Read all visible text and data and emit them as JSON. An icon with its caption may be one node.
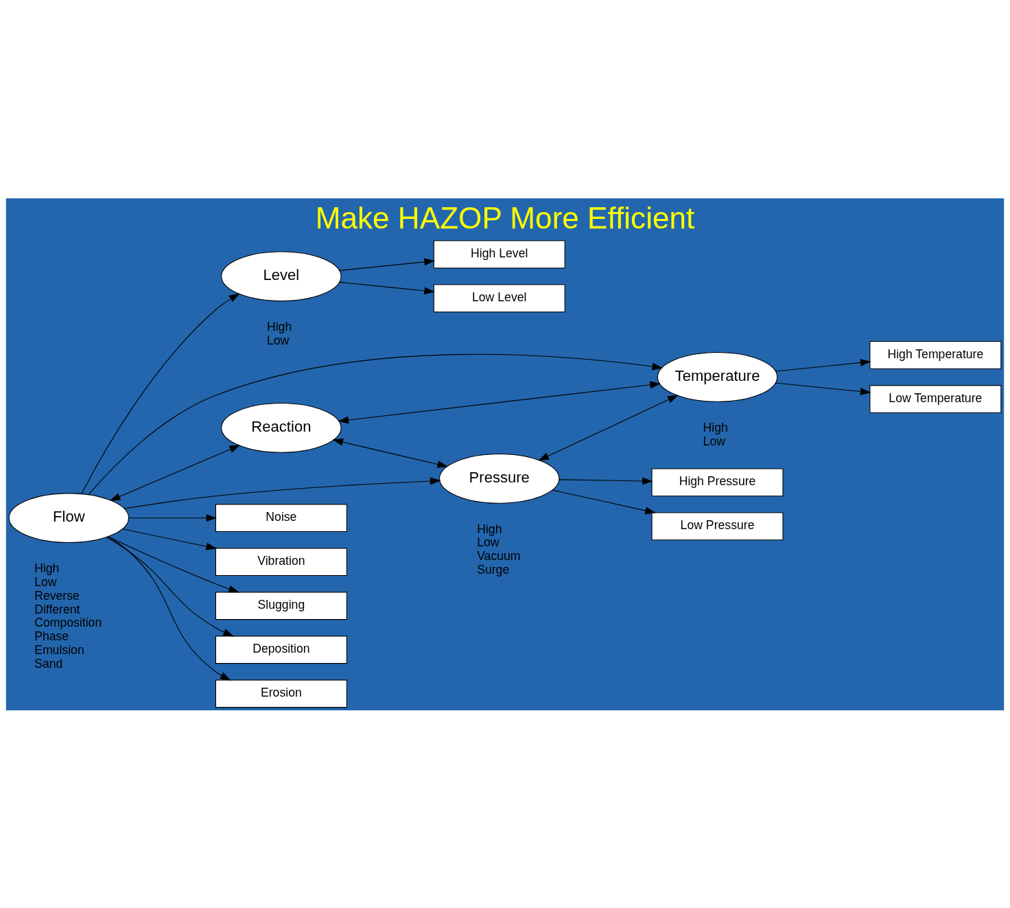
{
  "diagram": {
    "title": "Make HAZOP More Efficient",
    "nodes": [
      {
        "text": [
          "Flow"
        ],
        "beside": [
          "High",
          "Low",
          "Reverse",
          "Different",
          "Composition",
          "Phase",
          "Emulsion",
          "Sand"
        ]
      },
      {
        "text": [
          "Reaction"
        ]
      },
      {
        "text": [
          "Pressure"
        ],
        "beside": [
          "High",
          "Low",
          "Vacuum",
          "Surge"
        ]
      },
      {
        "text": [
          "Temperature"
        ],
        "beside": [
          "High",
          "Low"
        ]
      },
      {
        "text": [
          "Level"
        ],
        "beside": [
          "High",
          "Low"
        ]
      },
      {
        "text": [
          "Slugging"
        ]
      },
      {
        "text": [
          "Deposition"
        ]
      },
      {
        "text": [
          "Erosion"
        ]
      },
      {
        "text": [
          "Noise"
        ]
      },
      {
        "text": [
          "Vibration"
        ]
      },
      {
        "text": [
          "High Pressure"
        ]
      },
      {
        "text": [
          "Low Pressure"
        ]
      },
      {
        "text": [
          "High Temperature"
        ]
      },
      {
        "text": [
          "Low Temperature"
        ]
      },
      {
        "text": [
          "High Level"
        ]
      },
      {
        "text": [
          "Low Level"
        ]
      }
    ],
    "edges": [
      {
        "from": 0,
        "to": 5,
        "arrow": "to"
      },
      {
        "from": 0,
        "to": 6,
        "arrow": "to"
      },
      {
        "from": 0,
        "to": 7,
        "arrow": "to"
      },
      {
        "from": 0,
        "to": 8,
        "arrow": "to"
      },
      {
        "from": 0,
        "to": 9,
        "arrow": "to"
      },
      {
        "from": 0,
        "to": 2,
        "arrow": "to"
      },
      {
        "from": 0,
        "to": 3,
        "arrow": "to"
      },
      {
        "from": 0,
        "to": 4,
        "arrow": "to"
      },
      {
        "from": 0,
        "to": 1,
        "arrow": "both"
      },
      {
        "from": 1,
        "to": 2,
        "arrow": "both"
      },
      {
        "from": 2,
        "to": 3,
        "arrow": "both"
      },
      {
        "from": 3,
        "to": 1,
        "arrow": "both"
      },
      {
        "from": 2,
        "to": 10,
        "arrow": "to"
      },
      {
        "from": 2,
        "to": 11,
        "arrow": "to"
      },
      {
        "from": 3,
        "to": 12,
        "arrow": "to"
      },
      {
        "from": 3,
        "to": 13,
        "arrow": "to"
      },
      {
        "from": 4,
        "to": 14,
        "arrow": "to"
      },
      {
        "from": 4,
        "to": 15,
        "arrow": "to"
      }
    ]
  }
}
